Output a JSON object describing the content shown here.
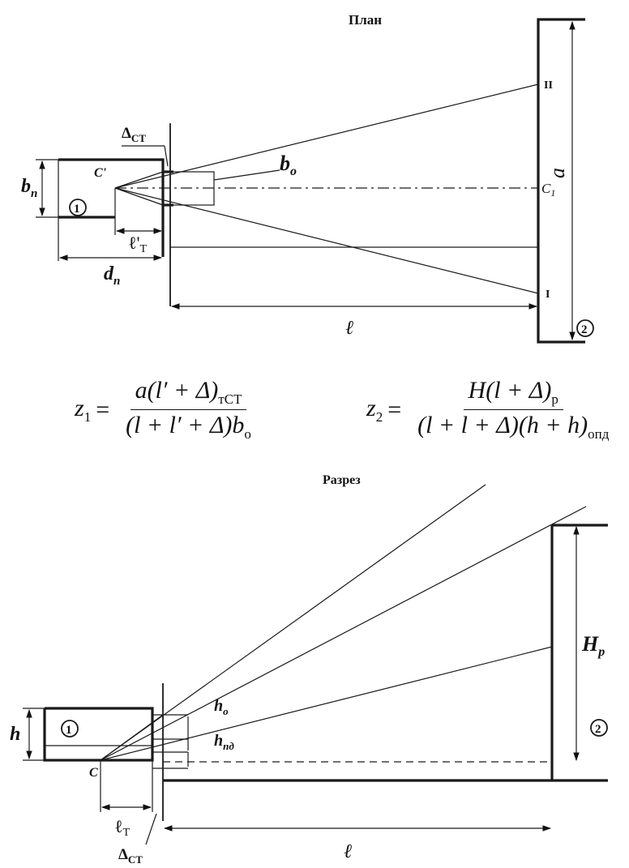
{
  "plan": {
    "title": "План",
    "labels": {
      "delta_st": "Δ",
      "delta_st_sub": "СТ",
      "b_o": "b",
      "b_o_sub": "о",
      "b_p": "b",
      "b_p_sub": "п",
      "c_prime": "C'",
      "room1": "1",
      "l_t_prime": "ℓ'",
      "l_t_prime_sub": "Т",
      "d_p": "d",
      "d_p_sub": "п",
      "point_II": "II",
      "point_I": "I",
      "c1": "C",
      "c1_sub": "1",
      "a": "a",
      "room2": "2",
      "l": "ℓ"
    }
  },
  "formulas": {
    "z1": {
      "lhs": "z",
      "lhs_sub": "1",
      "num": "a(l′ + Δ)",
      "num_sub_t": "т",
      "num_sub_st": "СТ",
      "den": "(l + l′ + Δ)b",
      "den_sub_o": "о"
    },
    "z2": {
      "lhs": "z",
      "lhs_sub": "2",
      "num": "H(l + Δ)",
      "num_sub_p": "р",
      "den": "(l + l + Δ)(h + h)",
      "den_sub_o": "о",
      "den_sub_pd": "пд"
    }
  },
  "section": {
    "title": "Разрез",
    "labels": {
      "h": "h",
      "room1": "1",
      "c": "C",
      "h_o": "h",
      "h_o_sub": "о",
      "h_pd": "h",
      "h_pd_sub": "пд",
      "l_t": "ℓ",
      "l_t_sub": "Т",
      "delta_st": "Δ",
      "delta_st_sub": "СТ",
      "H_p": "H",
      "H_p_sub": "р",
      "room2": "2",
      "l": "ℓ"
    }
  }
}
